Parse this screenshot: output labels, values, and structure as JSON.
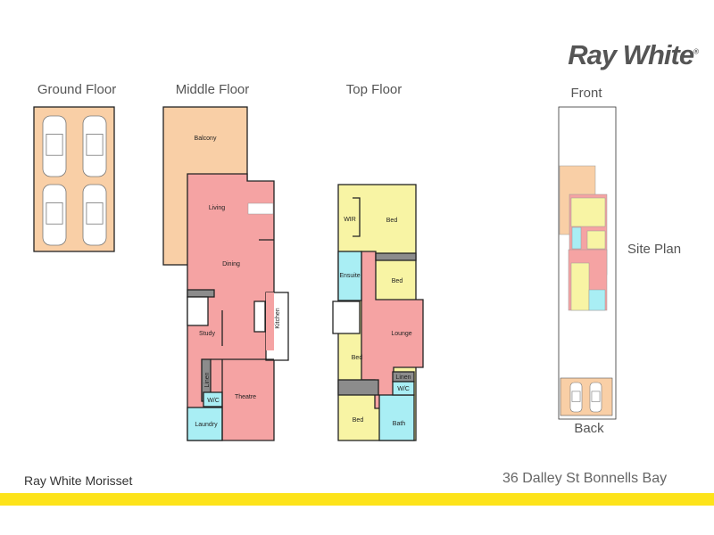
{
  "brand": {
    "logo": "Ray White",
    "office": "Ray White Morisset"
  },
  "address": "36 Dalley St Bonnells Bay",
  "colors": {
    "accent_bar": "#fde31a",
    "living": "#f5a3a3",
    "bedroom": "#f8f4a4",
    "wet": "#a9eef4",
    "outdoor": "#f9cfa6",
    "joinery": "#8c8c8c"
  },
  "floors": {
    "ground": {
      "title": "Ground Floor",
      "cars": 4
    },
    "middle": {
      "title": "Middle Floor",
      "rooms": {
        "balcony": "Balcony",
        "living": "Living",
        "dining": "Dining",
        "kitchen": "Kitchen",
        "study": "Study",
        "linen": "Linen",
        "wc": "W/C",
        "theatre": "Theatre",
        "laundry": "Laundry"
      }
    },
    "top": {
      "title": "Top Floor",
      "rooms": {
        "wir": "WIR",
        "bed1": "Bed",
        "ensuite": "Ensuite",
        "bed2": "Bed",
        "lounge": "Lounge",
        "bed3": "Bed",
        "bed4": "Bed",
        "linen": "Linen",
        "wc": "W/C",
        "bath": "Bath"
      }
    }
  },
  "site_plan": {
    "title": "Site Plan",
    "front": "Front",
    "back": "Back",
    "cars": 2
  }
}
